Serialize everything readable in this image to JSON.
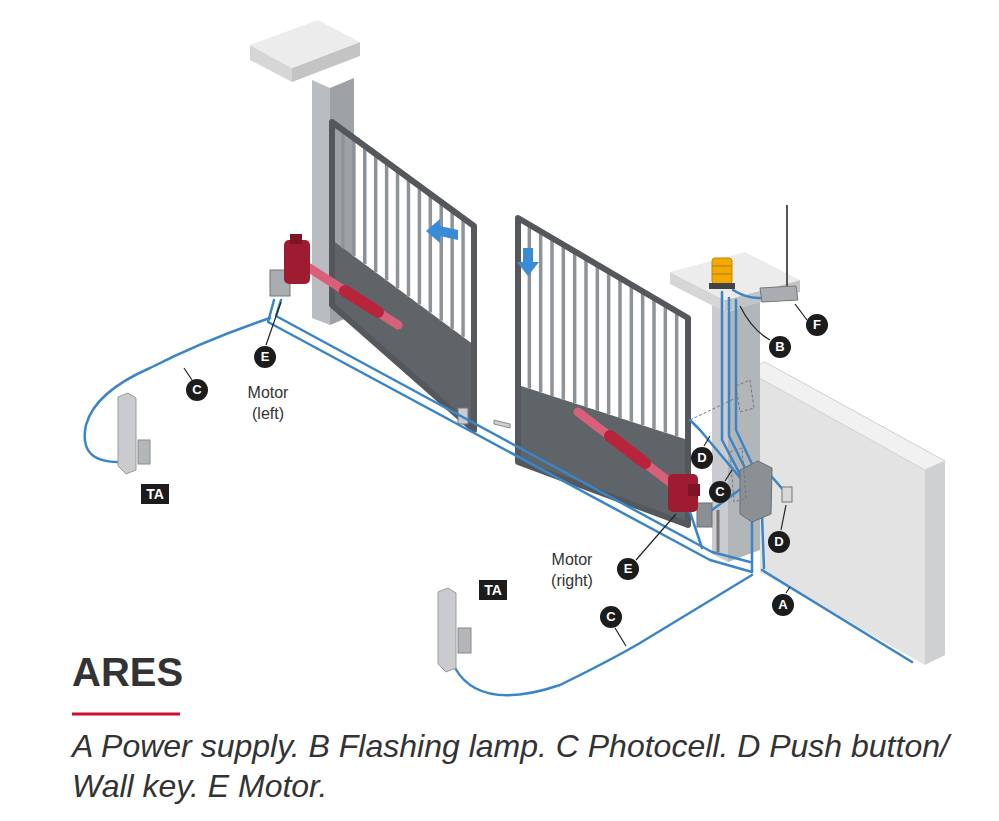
{
  "diagram": {
    "title": "ARES",
    "caption": "A Power supply. B Flashing lamp. C Photocell. D Push button/ Wall key. E Motor.",
    "labels": [
      "F",
      "B",
      "E",
      "C",
      "Motor (left)",
      "D",
      "C",
      "TA",
      "D",
      "E",
      "Motor (right)",
      "TA",
      "A",
      "C"
    ]
  }
}
